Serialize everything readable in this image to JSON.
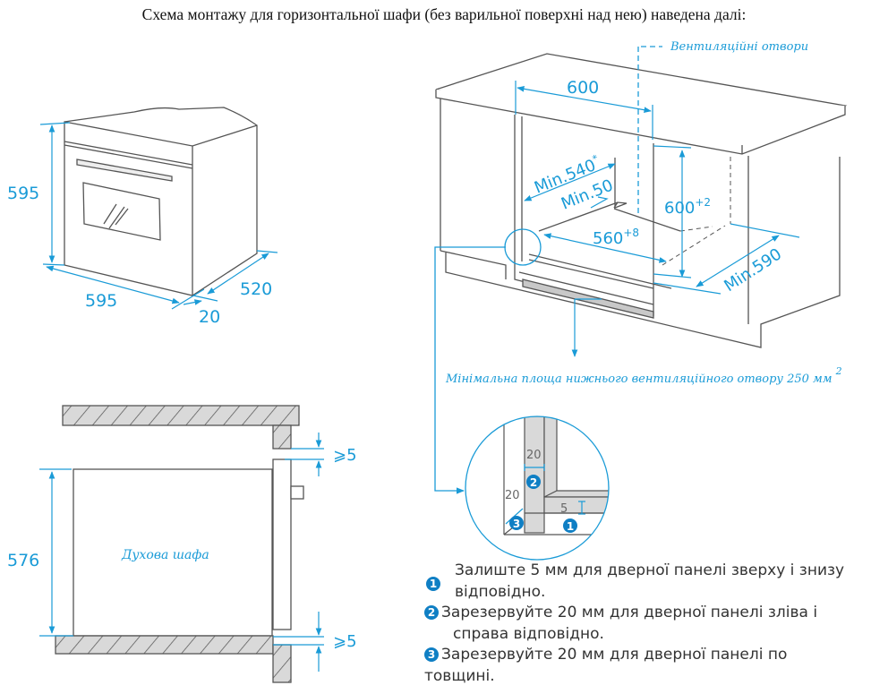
{
  "title": "Схема монтажу для горизонтальної шафи (без варильної поверхні над нею) наведена далі:",
  "colors": {
    "accent": "#1a9bd7",
    "badge": "#0f7fc4",
    "line": "#555555",
    "hatch_fill": "#d9d9d9",
    "vent_fill": "#c8c8c8"
  },
  "oven_3d": {
    "height": "595",
    "width": "595",
    "depth": "520",
    "door": "20"
  },
  "cabinet_3d": {
    "vent_label": "Вентиляційні отвори",
    "width_600": "600",
    "min_540": "Min.540",
    "min_540_mark": "*",
    "min_50": "Min.50",
    "height_600": "600",
    "height_600_tol": "+2",
    "width_560": "560",
    "width_560_tol": "+8",
    "min_590": "Min.590",
    "bottom_vent_label": "Мінімальна площа нижнього вентиляційного отвору 250 мм",
    "bottom_vent_sup": "2"
  },
  "side_section": {
    "height": "576",
    "oven_label": "Духова шафа",
    "top_gap": "⩾5",
    "bottom_gap": "⩾5"
  },
  "detail": {
    "dim_20_top": "20",
    "dim_20_left": "20",
    "dim_5": "5",
    "badge_1": "1",
    "badge_2": "2",
    "badge_3": "3"
  },
  "notes": [
    {
      "badge": "1",
      "line1": "Залиште 5 мм для дверної панелі зверху і знизу",
      "line2": "відповідно."
    },
    {
      "badge": "2",
      "line1": "Зарезервуйте 20 мм для дверної панелі зліва і",
      "line2": "справа відповідно."
    },
    {
      "badge": "3",
      "line1": "Зарезервуйте 20 мм для дверної панелі по",
      "line2": "товщині."
    }
  ]
}
